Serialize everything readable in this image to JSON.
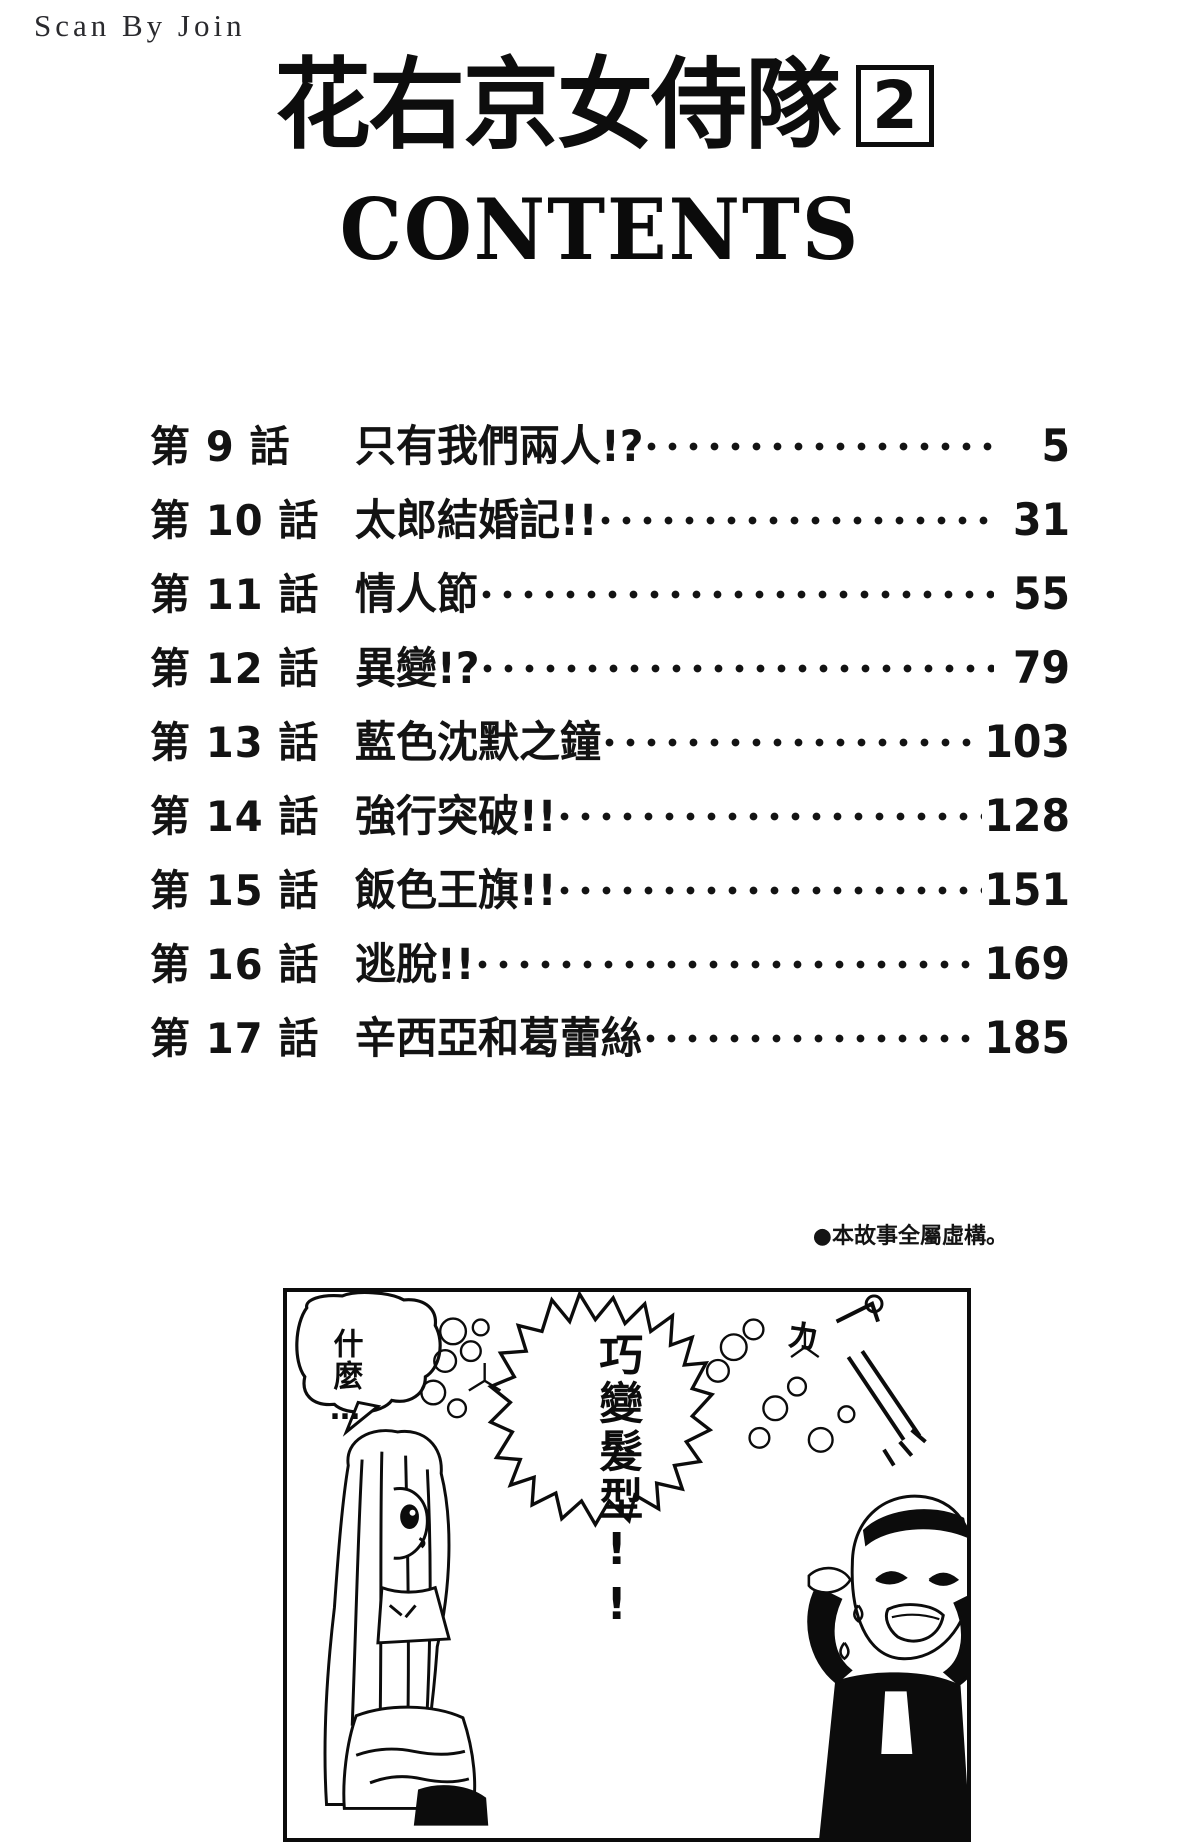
{
  "scan_credit": "Scan By Join",
  "title": {
    "series": "花右京女侍隊",
    "volume": "2"
  },
  "contents_heading": "CONTENTS",
  "toc": {
    "rows": [
      {
        "chapter": "第 9 話",
        "title": "只有我們兩人!?",
        "page": "5"
      },
      {
        "chapter": "第 10 話",
        "title": "太郎結婚記!!",
        "page": "31"
      },
      {
        "chapter": "第 11 話",
        "title": "情人節",
        "page": "55"
      },
      {
        "chapter": "第 12 話",
        "title": "異變!?",
        "page": "79"
      },
      {
        "chapter": "第 13 話",
        "title": "藍色沈默之鐘",
        "page": "103"
      },
      {
        "chapter": "第 14 話",
        "title": "強行突破!!",
        "page": "128"
      },
      {
        "chapter": "第 15 話",
        "title": "飯色王旗!!",
        "page": "151"
      },
      {
        "chapter": "第 16 話",
        "title": "逃脫!!",
        "page": "169"
      },
      {
        "chapter": "第 17 話",
        "title": "辛西亞和葛蕾絲",
        "page": "185"
      }
    ]
  },
  "disclaimer": "●本故事全屬虛構。",
  "comic": {
    "bubble_left": "什麼…",
    "bubble_center": "巧變髮型!!",
    "sfx": "カ"
  },
  "colors": {
    "ink": "#0c0c0c",
    "paper": "#ffffff"
  }
}
